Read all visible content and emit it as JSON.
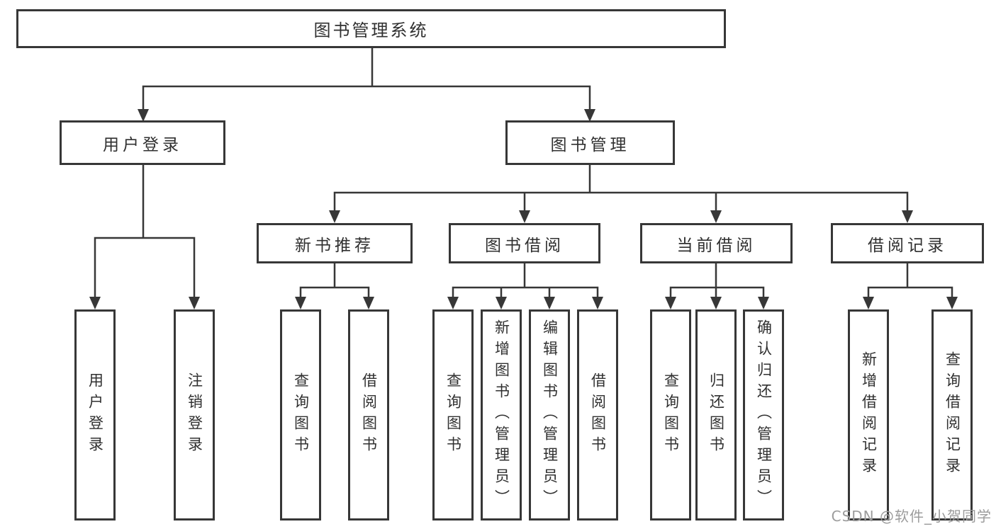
{
  "tree": {
    "root": "图书管理系统",
    "login": {
      "label": "用户登录",
      "children": [
        "用户登录",
        "注销登录"
      ]
    },
    "manage": {
      "label": "图书管理",
      "groups": [
        {
          "label": "新书推荐",
          "children": [
            "查询图书",
            "借阅图书"
          ]
        },
        {
          "label": "图书借阅",
          "children": [
            "查询图书",
            "新增图书（管理员）",
            "编辑图书（管理员）",
            "借阅图书"
          ]
        },
        {
          "label": "当前借阅",
          "children": [
            "查询图书",
            "归还图书",
            "确认归还（管理员）"
          ]
        },
        {
          "label": "借阅记录",
          "children": [
            "新增借阅记录",
            "查询借阅记录"
          ]
        }
      ]
    }
  },
  "watermark": {
    "text": "CSDN @软件_小贺同学"
  },
  "colors": {
    "line": "#373737",
    "text": "#303030",
    "background": "#ffffff",
    "watermark": "#9c9c9c"
  }
}
